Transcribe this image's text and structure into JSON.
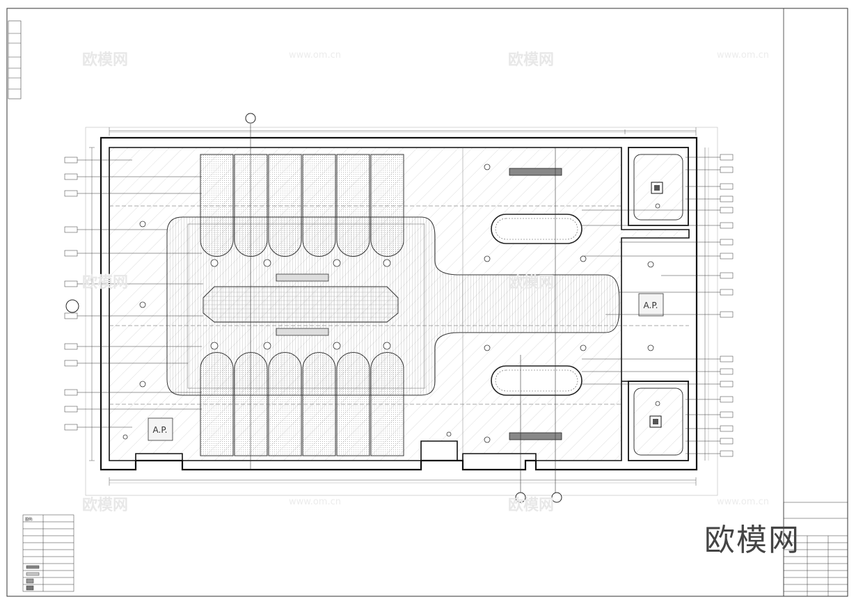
{
  "watermarks": {
    "brand": "欧模网",
    "url": "www.om.cn",
    "big": "欧模网"
  },
  "labels": {
    "ap_left": "A.P.",
    "ap_right": "A.P.",
    "legend_title": "图例:"
  }
}
